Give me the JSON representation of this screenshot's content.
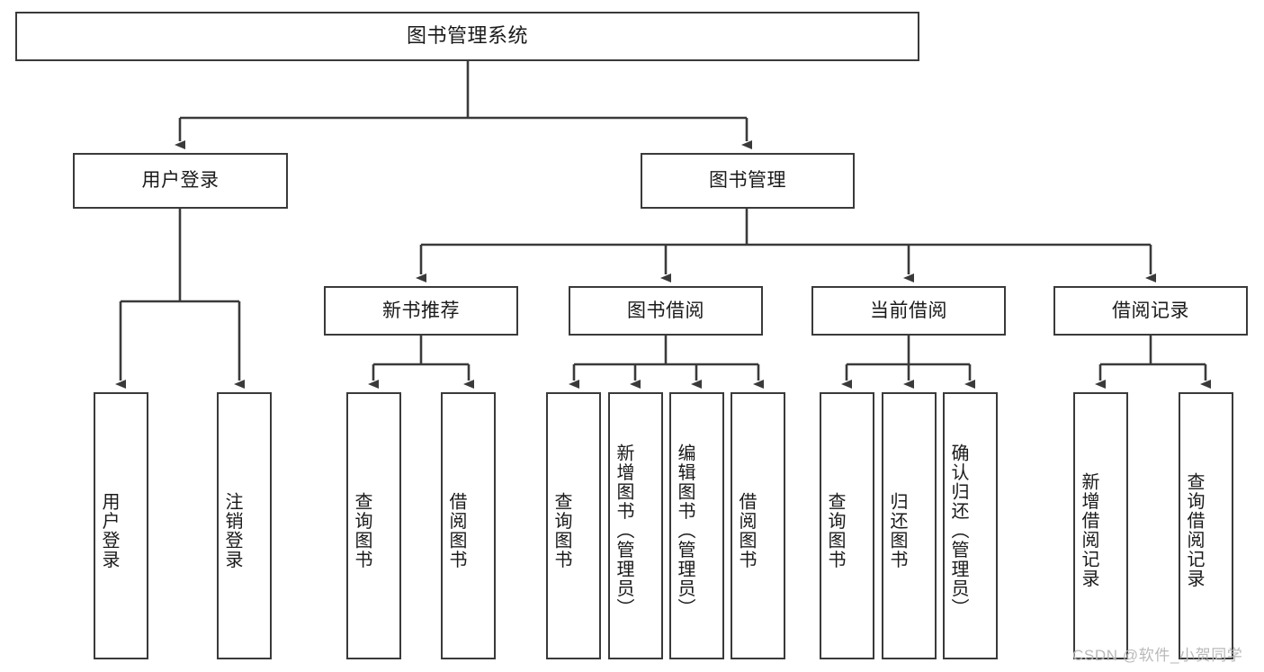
{
  "diagram": {
    "title_node": {
      "label": "图书管理系统"
    },
    "level1": [
      {
        "id": "user-login",
        "label": "用户登录"
      },
      {
        "id": "book-management",
        "label": "图书管理"
      }
    ],
    "level2": [
      {
        "id": "new-book-recommend",
        "label": "新书推荐"
      },
      {
        "id": "book-borrow",
        "label": "图书借阅"
      },
      {
        "id": "current-borrow",
        "label": "当前借阅"
      },
      {
        "id": "borrow-record",
        "label": "借阅记录"
      }
    ],
    "leaves": [
      {
        "id": "leaf-user-login",
        "label": "用户登录"
      },
      {
        "id": "leaf-logout-login",
        "label": "注销登录"
      },
      {
        "id": "leaf-query-book-1",
        "label": "查询图书"
      },
      {
        "id": "leaf-borrow-book-1",
        "label": "借阅图书"
      },
      {
        "id": "leaf-query-book-2",
        "label": "查询图书"
      },
      {
        "id": "leaf-add-book-admin",
        "label": "新增图书（管理员）"
      },
      {
        "id": "leaf-edit-book-admin",
        "label": "编辑图书（管理员）"
      },
      {
        "id": "leaf-borrow-book-2",
        "label": "借阅图书"
      },
      {
        "id": "leaf-query-book-3",
        "label": "查询图书"
      },
      {
        "id": "leaf-return-book",
        "label": "归还图书"
      },
      {
        "id": "leaf-confirm-return-admin",
        "label": "确认归还（管理员）"
      },
      {
        "id": "leaf-add-borrow-record",
        "label": "新增借阅记录"
      },
      {
        "id": "leaf-query-borrow-record",
        "label": "查询借阅记录"
      }
    ],
    "watermark": "CSDN @软件_小贺同学",
    "colors": {
      "border": "#3a3a3a",
      "line": "#3a3a3a",
      "background": "#ffffff",
      "text": "#1a1a1a",
      "watermark": "#b9b9b9"
    }
  }
}
